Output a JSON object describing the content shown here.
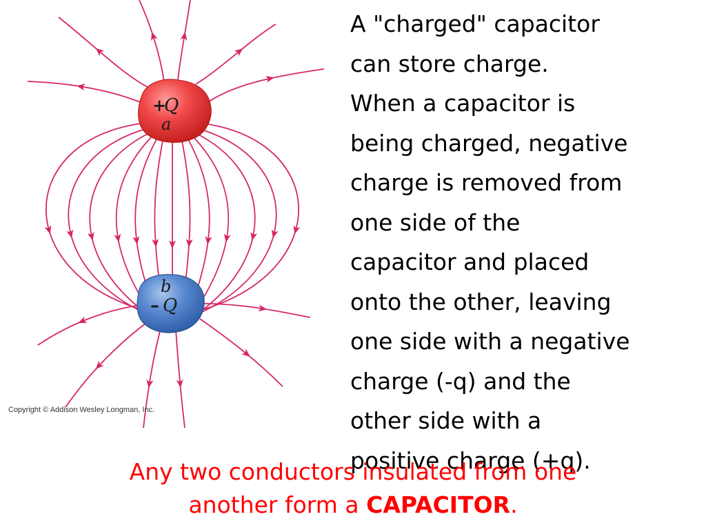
{
  "figure": {
    "positive_conductor": {
      "sign_label": "+",
      "charge_label": "Q",
      "point_label": "a",
      "color": "#ee3b3b"
    },
    "negative_conductor": {
      "sign_label": "–",
      "charge_label": "Q",
      "point_label": "b",
      "color": "#4a7fc9"
    },
    "field_line_color": "#d6256a",
    "copyright": "Copyright © Addison Wesley Longman, Inc."
  },
  "explanation": {
    "lines": [
      "A \"charged\" capacitor",
      "can store charge.",
      "When a capacitor is",
      "being charged, negative",
      "charge is removed from",
      "one side of the",
      "capacitor and placed",
      "onto the other, leaving",
      "one side with a negative",
      "charge (-q) and the",
      "other side with a",
      "positive charge (+q)."
    ]
  },
  "conclusion": {
    "line1": "Any two conductors insulated from one",
    "line2_prefix": "another form a ",
    "keyword": "CAPACITOR",
    "line2_suffix": ".",
    "color": "#ff0000"
  }
}
